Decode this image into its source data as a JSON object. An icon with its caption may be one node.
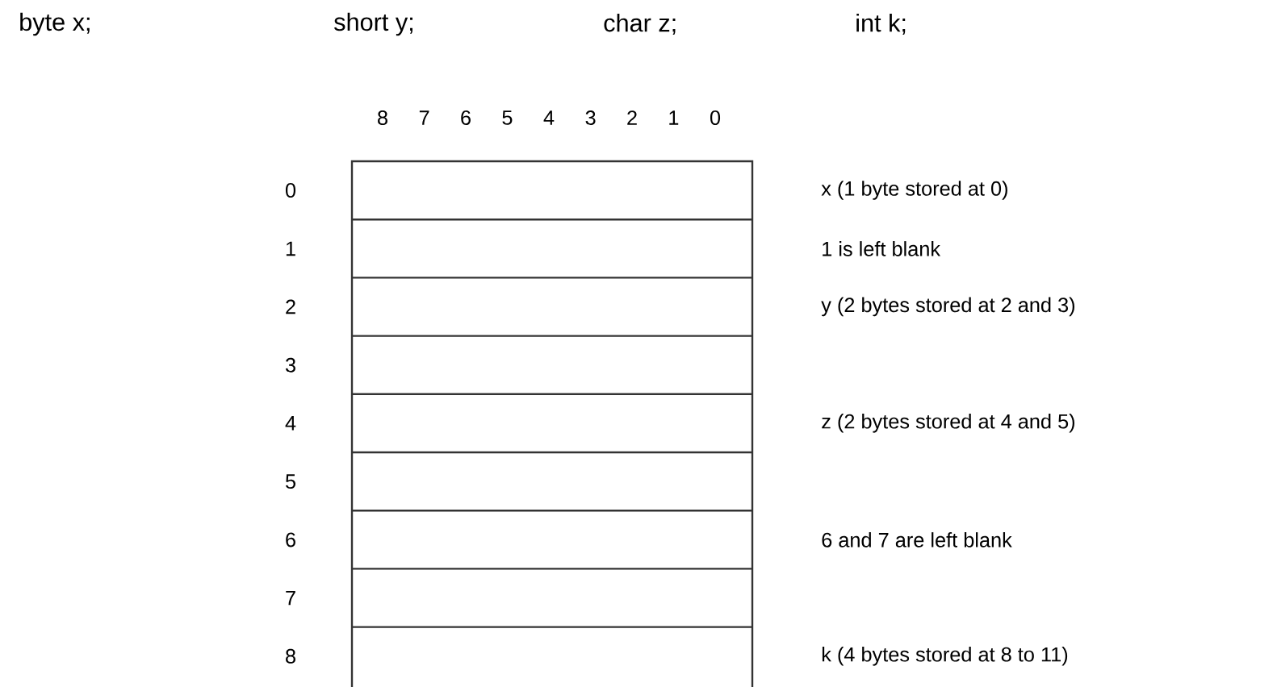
{
  "diagram": {
    "labels": [
      "byte x;",
      "short y;",
      "char z;",
      "int k;",
      "8",
      "7",
      "6",
      "5",
      "4",
      "3",
      "2",
      "1",
      "0",
      "0",
      "x (1 byte stored at 0)",
      "1",
      "1 is left blank",
      "2",
      "y (2 bytes stored at 2 and 3)",
      "3",
      "4",
      "z (2 bytes stored at 4 and 5)",
      "5",
      "6",
      "6 and 7 are left blank",
      "7",
      "8",
      "k (4 bytes stored at 8 to 11)"
    ]
  }
}
